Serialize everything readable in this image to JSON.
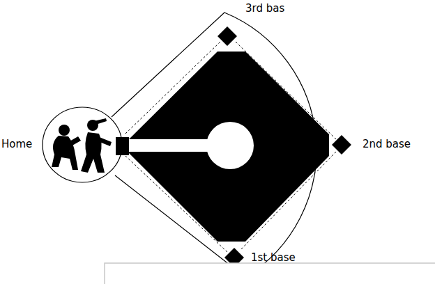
{
  "diagram": {
    "labels": [
      "Home",
      "3rd bas",
      "2nd base",
      "1st base"
    ]
  }
}
